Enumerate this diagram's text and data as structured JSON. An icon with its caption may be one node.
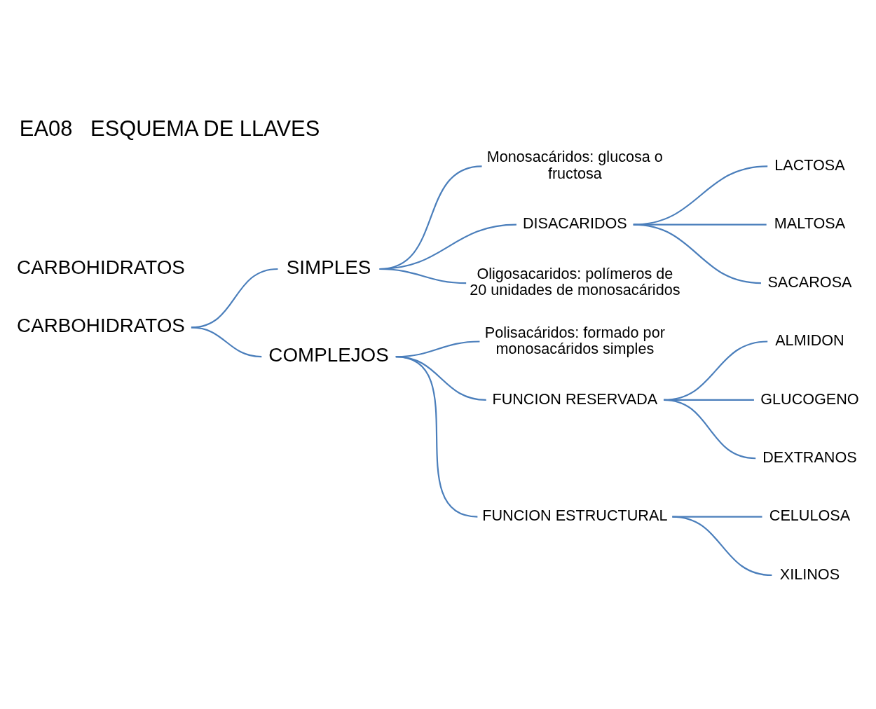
{
  "diagram": {
    "title": "EA08   ESQUEMA DE LLAVES",
    "nodes": [
      {
        "text": [
          "CARBOHIDRATOS"
        ]
      },
      {
        "text": [
          "SIMPLES"
        ]
      },
      {
        "text": [
          "COMPLEJOS"
        ]
      },
      {
        "text": [
          "Monosacáridos: glucosa o fructosa"
        ]
      },
      {
        "text": [
          "DISACARIDOS"
        ]
      },
      {
        "text": [
          "Oligosacaridos: polímeros de 20 unidades de monosacáridos"
        ]
      },
      {
        "text": [
          "LACTOSA"
        ]
      },
      {
        "text": [
          "MALTOSA"
        ]
      },
      {
        "text": [
          "SACAROSA"
        ]
      },
      {
        "text": [
          "Polisacáridos: formado por monosacáridos simples"
        ]
      },
      {
        "text": [
          "FUNCION RESERVADA"
        ]
      },
      {
        "text": [
          "FUNCION ESTRUCTURAL"
        ]
      },
      {
        "text": [
          "ALMIDON"
        ]
      },
      {
        "text": [
          "GLUCOGENO"
        ]
      },
      {
        "text": [
          "DEXTRANOS"
        ]
      },
      {
        "text": [
          "CELULOSA"
        ]
      },
      {
        "text": [
          "XILINOS"
        ]
      }
    ],
    "edges": [
      {
        "from": 0,
        "to": 1,
        "arrow": "none"
      },
      {
        "from": 0,
        "to": 2,
        "arrow": "none"
      },
      {
        "from": 1,
        "to": 3,
        "arrow": "none"
      },
      {
        "from": 1,
        "to": 4,
        "arrow": "none"
      },
      {
        "from": 1,
        "to": 5,
        "arrow": "none"
      },
      {
        "from": 4,
        "to": 6,
        "arrow": "none"
      },
      {
        "from": 4,
        "to": 7,
        "arrow": "none"
      },
      {
        "from": 4,
        "to": 8,
        "arrow": "none"
      },
      {
        "from": 2,
        "to": 9,
        "arrow": "none"
      },
      {
        "from": 2,
        "to": 10,
        "arrow": "none"
      },
      {
        "from": 2,
        "to": 11,
        "arrow": "none"
      },
      {
        "from": 10,
        "to": 12,
        "arrow": "none"
      },
      {
        "from": 10,
        "to": 13,
        "arrow": "none"
      },
      {
        "from": 10,
        "to": 14,
        "arrow": "none"
      },
      {
        "from": 11,
        "to": 15,
        "arrow": "none"
      },
      {
        "from": 11,
        "to": 16,
        "arrow": "none"
      }
    ],
    "labels": [
      "CARBOHIDRATOS"
    ]
  }
}
